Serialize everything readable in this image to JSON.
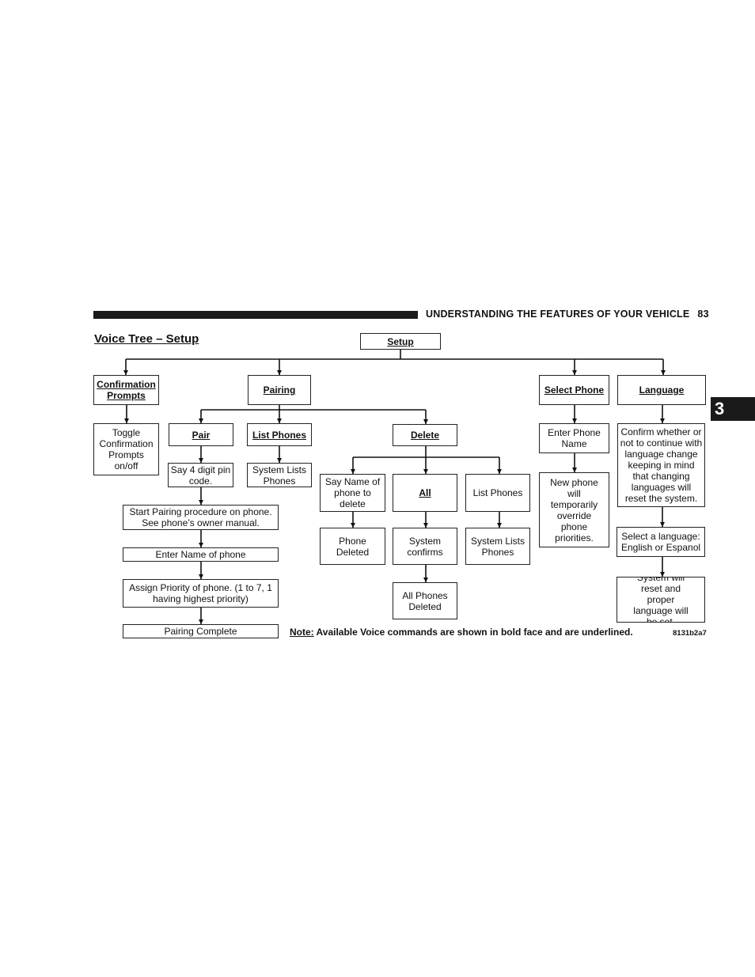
{
  "header": {
    "section_title": "UNDERSTANDING THE FEATURES OF YOUR VEHICLE",
    "page_number": "83",
    "chapter_tab": "3"
  },
  "diagram": {
    "title": "Voice Tree – Setup",
    "nodes": {
      "setup": "Setup",
      "confirmation_prompts": "Confirmation Prompts",
      "toggle_confirmation": "Toggle Confirmation Prompts on/off",
      "pairing": "Pairing",
      "pair": "Pair",
      "say_pin": "Say 4 digit pin code.",
      "start_pairing": "Start Pairing procedure on phone. See phone’s owner manual.",
      "enter_name": "Enter Name of phone",
      "assign_priority": "Assign Priority of phone. (1 to 7, 1 having highest priority)",
      "pairing_complete": "Pairing Complete",
      "list_phones_cmd": "List Phones",
      "system_lists_phones_1": "System Lists Phones",
      "delete": "Delete",
      "say_name_delete": "Say Name of phone to delete",
      "phone_deleted": "Phone Deleted",
      "all": "All",
      "system_confirms": "System confirms",
      "all_phones_deleted": "All Phones Deleted",
      "list_phones_plain": "List Phones",
      "system_lists_phones_2": "System Lists Phones",
      "select_phone": "Select Phone",
      "enter_phone_name": "Enter Phone Name",
      "new_phone_override": "New phone will temporarily override phone priorities.",
      "language": "Language",
      "confirm_language": "Confirm whether or not to continue with language change keeping in mind that changing languages will reset the system.",
      "select_language": "Select a language: English or Espanol",
      "system_reset": "System will reset and proper language will be set."
    },
    "note_label": "Note:",
    "note_text": " Available Voice commands are shown in bold face and are underlined.",
    "figure_code": "8131b2a7"
  }
}
